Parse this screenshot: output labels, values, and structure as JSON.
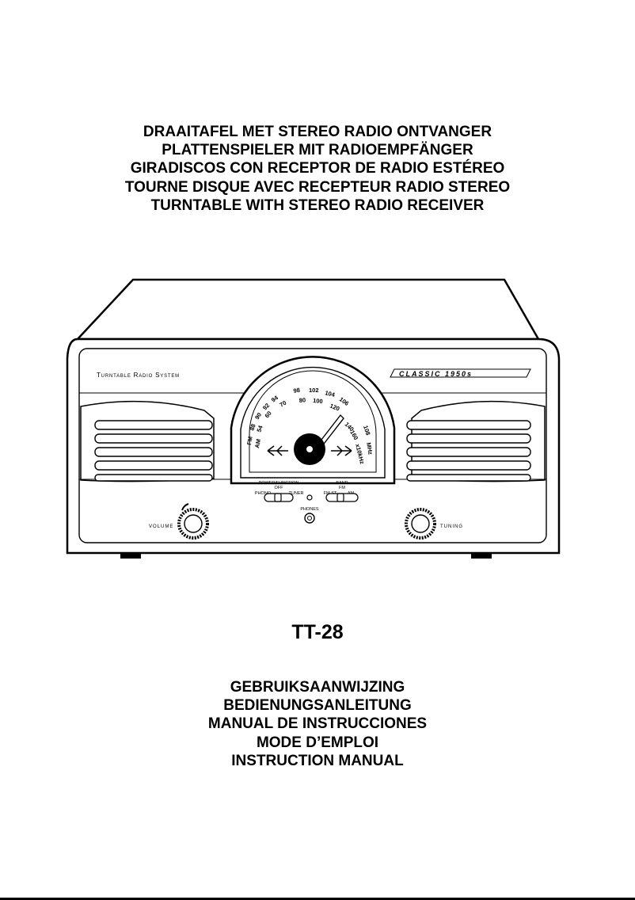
{
  "cover": {
    "titles": [
      "DRAAITAFEL MET STEREO RADIO ONTVANGER",
      "PLATTENSPIELER MIT RADIOEMPFÄNGER",
      "GIRADISCOS CON RECEPTOR DE RADIO ESTÉREO",
      "TOURNE DISQUE AVEC RECEPTEUR RADIO STEREO",
      "TURNTABLE WITH STEREO RADIO RECEIVER"
    ],
    "model": "TT-28",
    "manuals": [
      "GEBRUIKSAANWIJZING",
      "BEDIENUNGSANLEITUNG",
      "MANUAL DE INSTRUCCIONES",
      "MODE D’EMPLOI",
      "INSTRUCTION MANUAL"
    ]
  },
  "device": {
    "brand_left": "Turntable Radio System",
    "brand_right": "CLASSIC 1950s",
    "fm_label": "FM",
    "am_label": "AM",
    "fm_scale": [
      "88",
      "90",
      "92",
      "94",
      "98",
      "102",
      "104",
      "106",
      "108"
    ],
    "fm_unit": "MHz",
    "am_scale": [
      "54",
      "60",
      "70",
      "80",
      "100",
      "120",
      "140",
      "160"
    ],
    "am_unit": "x10kHz",
    "power_function_label": "POWER/FUNCTION",
    "off_label": "OFF",
    "phono_label": "PHONO",
    "tuner_label": "TUNER",
    "band_label": "BAND",
    "band_fm_label": "FM",
    "fm_st_label": "FM-ST",
    "band_am_label": "AM",
    "phones_label": "PHONES",
    "volume_label": "VOLUME",
    "tuning_label": "TUNING"
  }
}
